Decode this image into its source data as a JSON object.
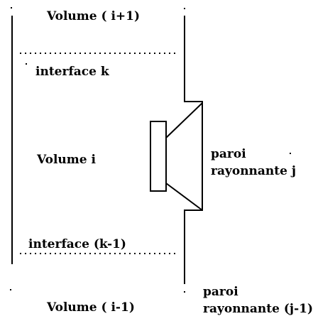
{
  "labels": {
    "volume_upper": "Volume ( i+1)",
    "interface_k": "interface k",
    "volume_middle": "Volume i",
    "wall_j_line1": "paroi",
    "wall_j_line2": "rayonnante j",
    "interface_k_minus_1": "interface (k-1)",
    "wall_j_minus_1_line1": "paroi",
    "wall_j_minus_1_line2": "rayonnante (j-1)",
    "volume_lower": "Volume ( i-1)"
  },
  "colors": {
    "line": "#000000",
    "background": "#ffffff"
  }
}
